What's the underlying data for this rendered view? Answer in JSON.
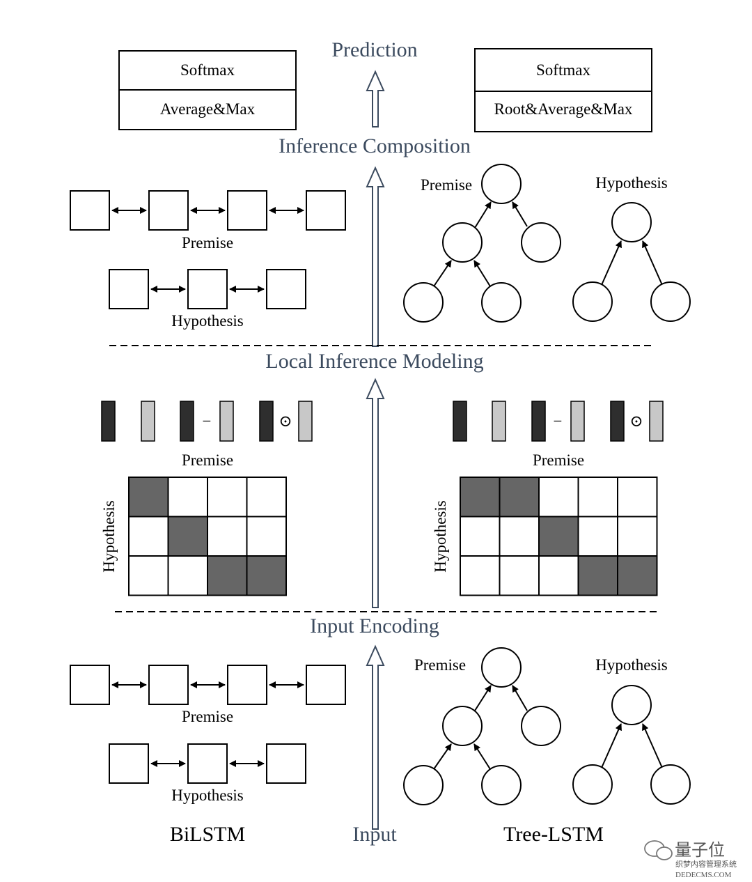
{
  "stages": {
    "prediction": "Prediction",
    "inference_composition": "Inference Composition",
    "local_inference": "Local Inference Modeling",
    "input_encoding": "Input Encoding",
    "input": "Input"
  },
  "prediction_boxes": {
    "left_top": "Softmax",
    "left_bottom": "Average&Max",
    "right_top": "Softmax",
    "right_bottom": "Root&Average&Max"
  },
  "labels": {
    "premise": "Premise",
    "hypothesis": "Hypothesis"
  },
  "bottom_labels": {
    "bilstm": "BiLSTM",
    "tree_lstm": "Tree-LSTM"
  },
  "operators": {
    "minus": "−",
    "hadamard": "⊙"
  },
  "colors": {
    "stage_text": "#3b4a5e",
    "dark_bar": "#2e2e2e",
    "light_bar": "#c8c8c8",
    "attention_cell": "#666666"
  },
  "attention": {
    "left": [
      [
        1,
        0,
        0,
        0
      ],
      [
        0,
        1,
        0,
        0
      ],
      [
        0,
        0,
        1,
        1
      ]
    ],
    "right": [
      [
        1,
        1,
        0,
        0,
        0
      ],
      [
        0,
        0,
        1,
        0,
        0
      ],
      [
        0,
        0,
        0,
        1,
        1
      ]
    ]
  },
  "watermark": {
    "brand": "量子位",
    "site_cn": "织梦内容管理系统",
    "site": "DEDECMS.COM"
  }
}
